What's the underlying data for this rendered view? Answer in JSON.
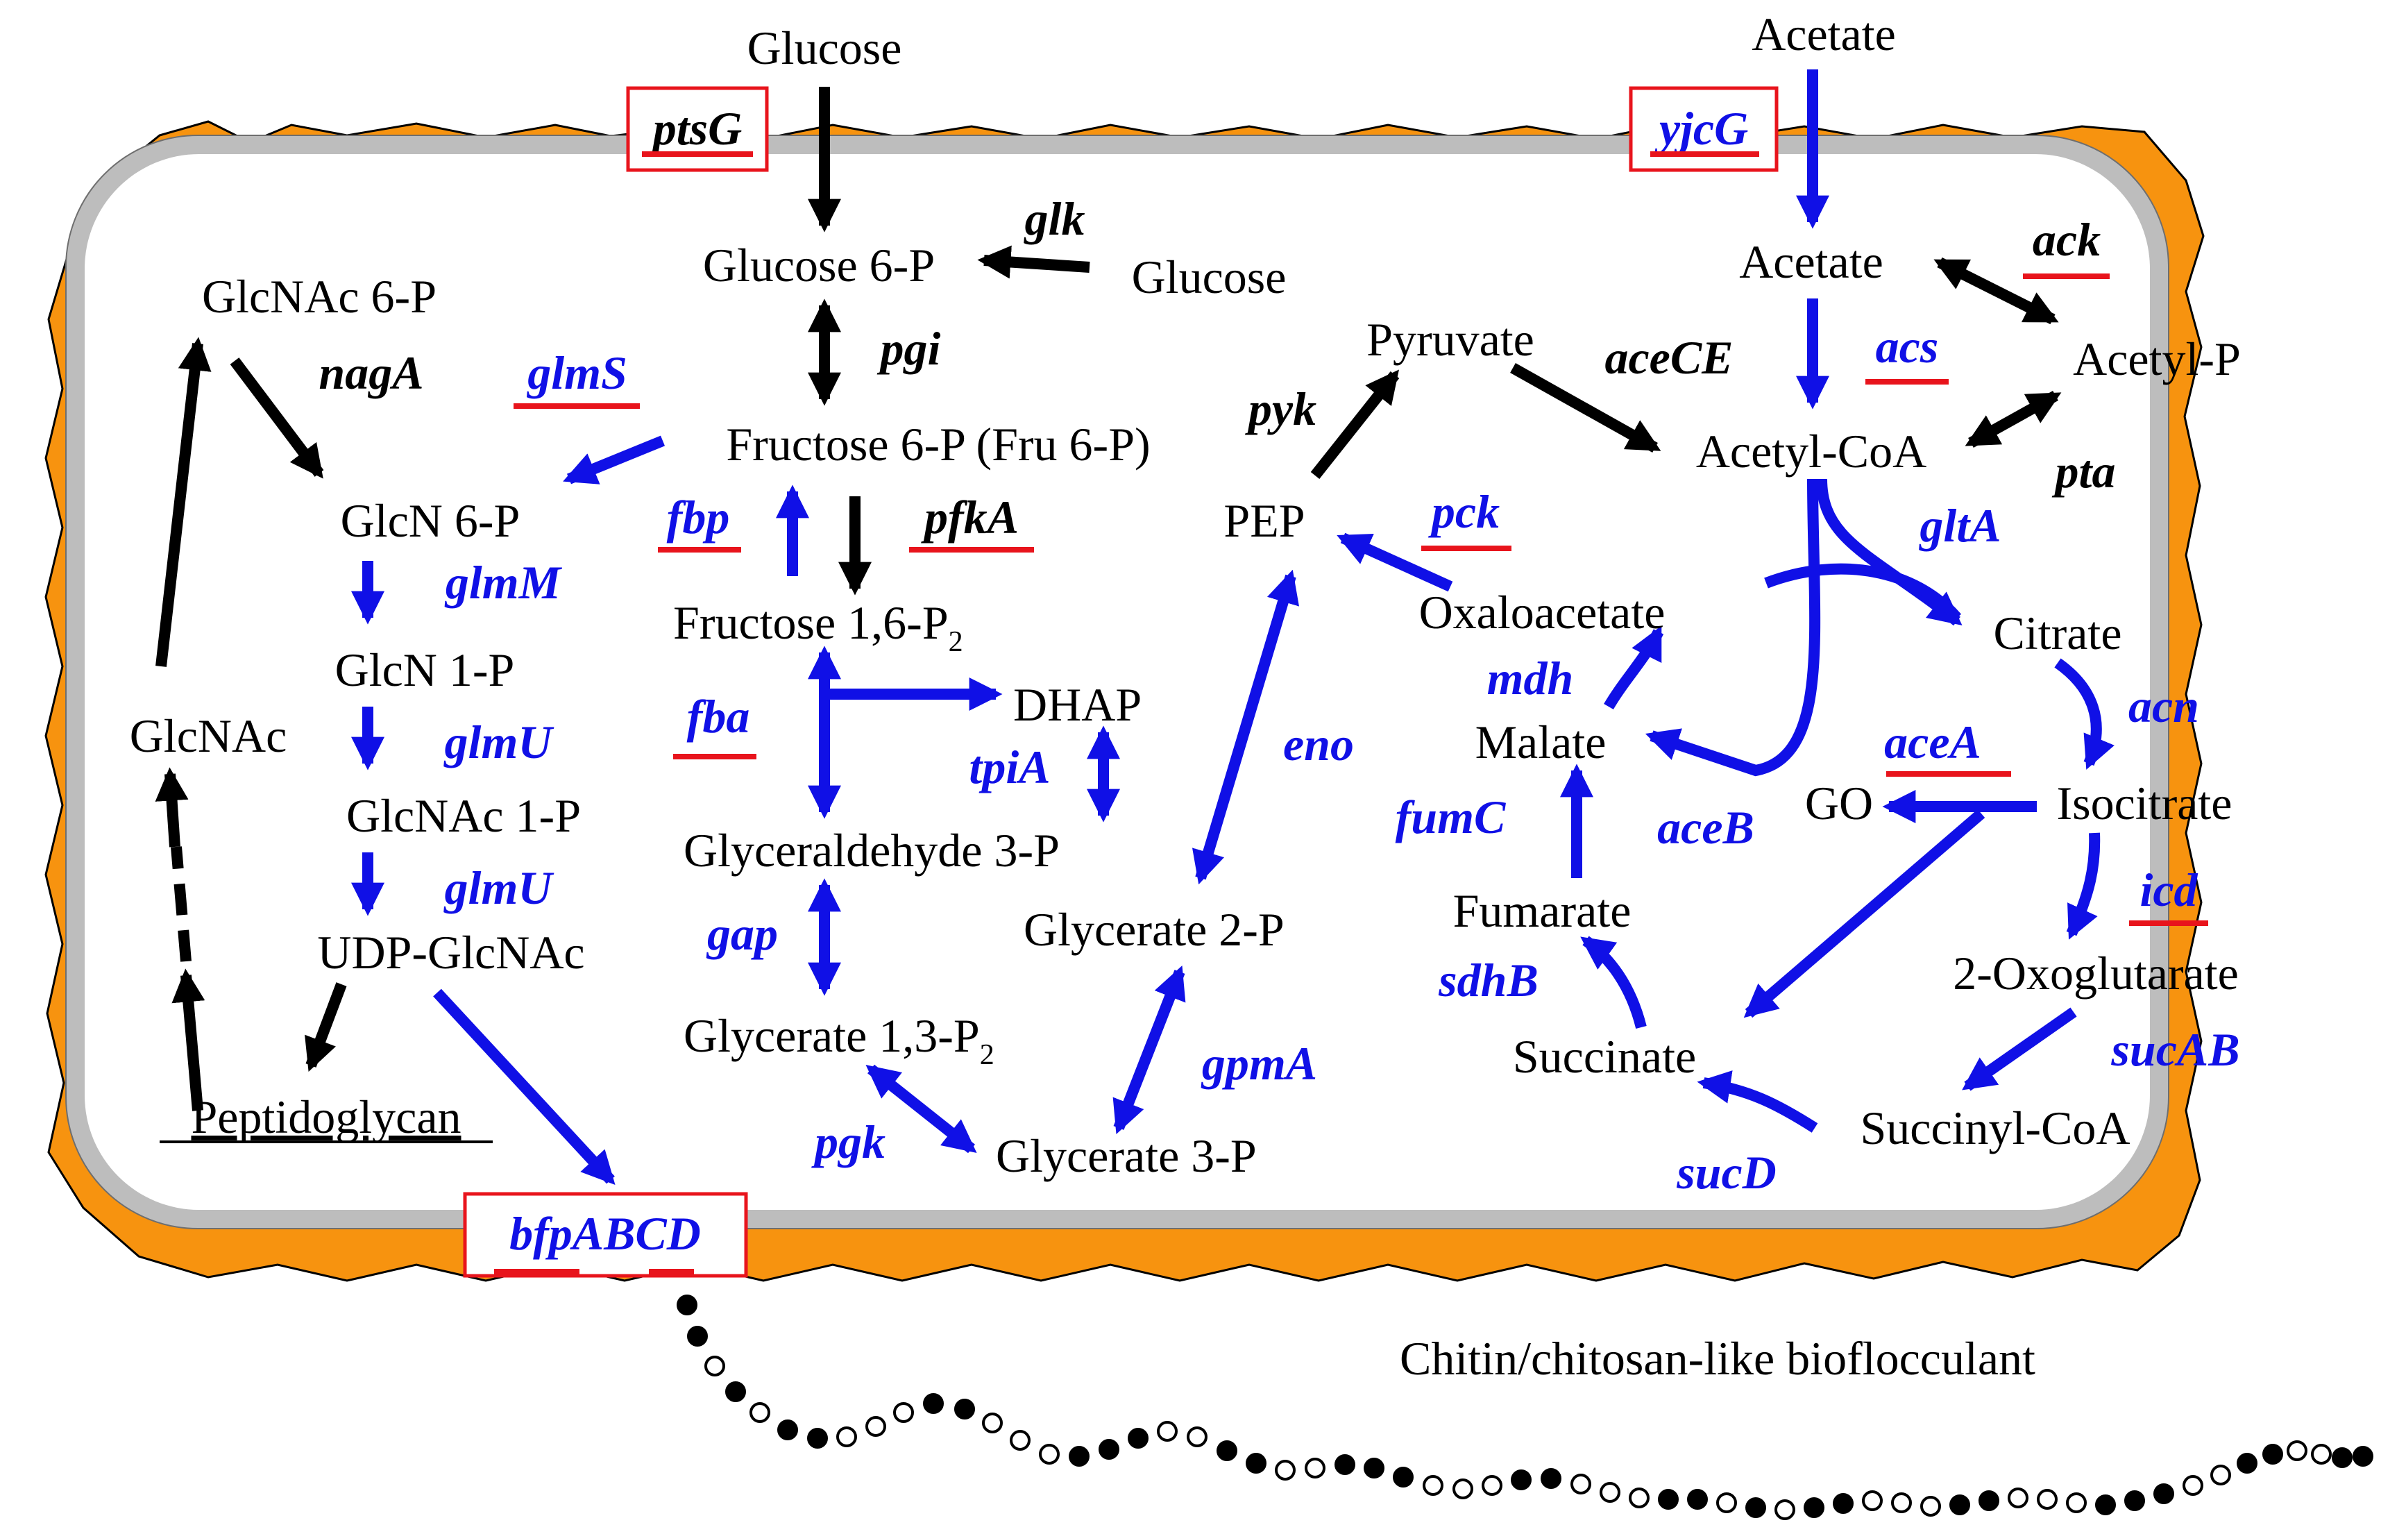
{
  "metabolites": {
    "glucose_ext": "Glucose",
    "acetate_ext": "Acetate",
    "glucose6p": "Glucose 6-P",
    "glucose_int": "Glucose",
    "glcnac6p": "GlcNAc 6-P",
    "fructose6p": "Fructose 6-P (Fru 6-P)",
    "glcn6p": "GlcN 6-P",
    "glcn1p": "GlcN 1-P",
    "glcnac": "GlcNAc",
    "glcnac1p": "GlcNAc 1-P",
    "udpglcnac": "UDP-GlcNAc",
    "peptidoglycan": "Peptidoglycan",
    "fructose16p_main": "Fructose 1,6-P",
    "fructose16p_sub": "2",
    "dhap": "DHAP",
    "g3p": "Glyceraldehyde 3-P",
    "glycerate13p_main": "Glycerate 1,3-P",
    "glycerate13p_sub": "2",
    "glycerate2p": "Glycerate 2-P",
    "glycerate3p": "Glycerate 3-P",
    "pep": "PEP",
    "pyruvate": "Pyruvate",
    "acetate_int": "Acetate",
    "acetylp": "Acetyl-P",
    "acetylcoa": "Acetyl-CoA",
    "oxaloacetate": "Oxaloacetate",
    "citrate": "Citrate",
    "malate": "Malate",
    "go": "GO",
    "isocitrate": "Isocitrate",
    "fumarate": "Fumarate",
    "oxoglutarate": "2-Oxoglutarate",
    "succinate": "Succinate",
    "succinylcoa": "Succinyl-CoA",
    "bioflocculant": "Chitin/chitosan-like bioflocculant"
  },
  "genes": {
    "ptsG": "ptsG",
    "yjcG": "yjcG",
    "glk": "glk",
    "pgi": "pgi",
    "nagA": "nagA",
    "glmS": "glmS",
    "fbp": "fbp",
    "pfkA": "pfkA",
    "glmM": "glmM",
    "glmU_1": "glmU",
    "glmU_2": "glmU",
    "fba": "fba",
    "tpiA": "tpiA",
    "gap": "gap",
    "pgk": "pgk",
    "gpmA": "gpmA",
    "eno": "eno",
    "pyk": "pyk",
    "aceCE": "aceCE",
    "ack": "ack",
    "acs": "acs",
    "pta": "pta",
    "pck": "pck",
    "gltA": "gltA",
    "mdh": "mdh",
    "acn": "acn",
    "aceA": "aceA",
    "aceB": "aceB",
    "fumC": "fumC",
    "icd": "icd",
    "sdhB": "sdhB",
    "sucAB": "sucAB",
    "sucD": "sucD",
    "bfpABCD": "bfpABCD"
  },
  "colors": {
    "cell_wall": "#f7930f",
    "membrane": "#bdbdbd",
    "cytoplasm": "#ffffff",
    "black_pathway": "#000000",
    "blue_pathway": "#1010e6",
    "highlight": "#e8141c"
  }
}
